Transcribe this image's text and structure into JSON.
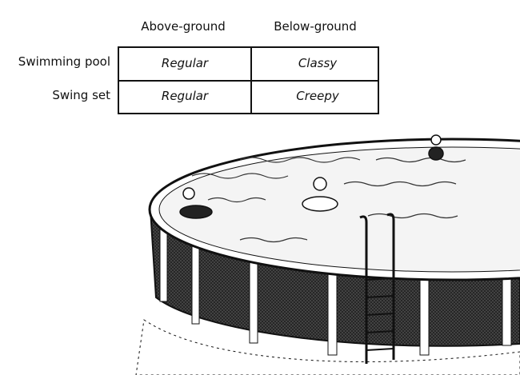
{
  "table": {
    "columns": [
      "Above-ground",
      "Below-ground"
    ],
    "rows": [
      {
        "label": "Swimming pool",
        "cells": [
          "Regular",
          "Classy"
        ]
      },
      {
        "label": "Swing set",
        "cells": [
          "Regular",
          "Creepy"
        ]
      }
    ]
  },
  "illustration": "above-ground-pool"
}
